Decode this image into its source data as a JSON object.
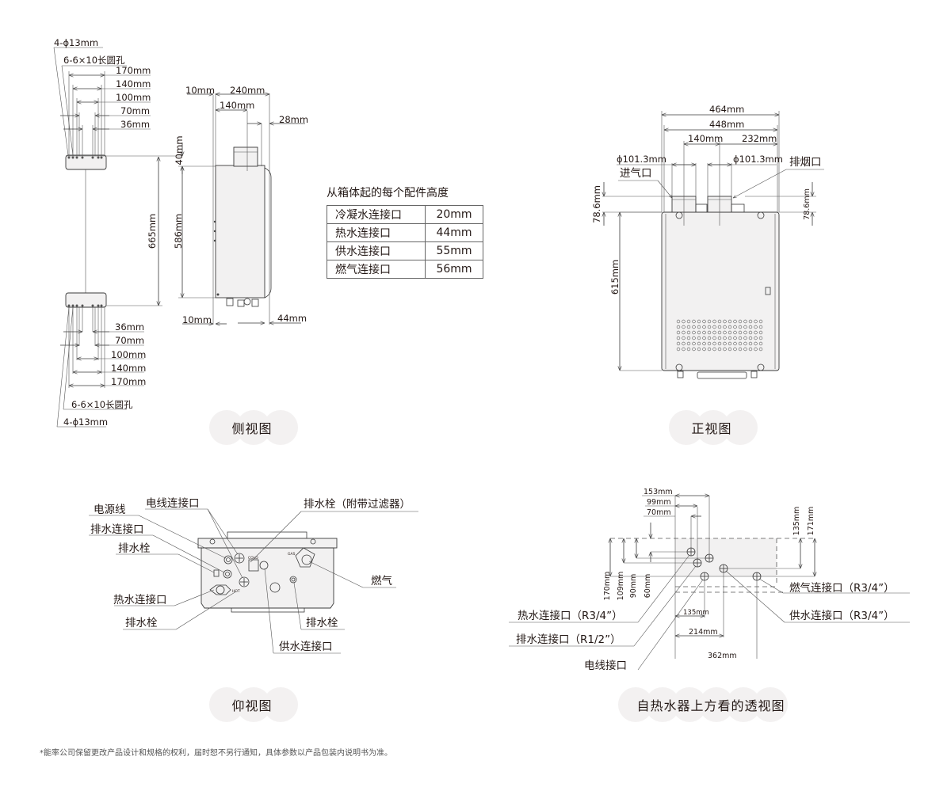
{
  "side_view": {
    "caption": "侧视图",
    "bracket_top": {
      "hole_label": "4-ϕ13mm",
      "slot_label": "6-6×10长圆孔",
      "widths": [
        "170mm",
        "140mm",
        "100mm",
        "70mm",
        "36mm"
      ]
    },
    "bracket_bottom": {
      "hole_label": "4-ϕ13mm",
      "slot_label": "6-6×10长圆孔",
      "widths": [
        "36mm",
        "70mm",
        "100mm",
        "140mm",
        "170mm"
      ]
    },
    "dims": {
      "top_offset": "10mm",
      "depth": "240mm",
      "flue_offset": "140mm",
      "flue_front": "28mm",
      "bracket_gap": "40mm",
      "bracket_span": "665mm",
      "body_height": "586mm",
      "bottom_offset": "10mm",
      "bottom_front": "44mm"
    }
  },
  "height_table": {
    "title": "从箱体起的每个配件高度",
    "rows": [
      {
        "part": "冷凝水连接口",
        "height": "20mm"
      },
      {
        "part": "热水连接口",
        "height": "44mm"
      },
      {
        "part": "供水连接口",
        "height": "55mm"
      },
      {
        "part": "燃气连接口",
        "height": "56mm"
      }
    ]
  },
  "front_view": {
    "caption": "正视图",
    "dims": {
      "overall_width": "464mm",
      "inner_width": "448mm",
      "pipe_spacing": "140mm",
      "flue_to_side": "232mm",
      "intake_dia": "ϕ101.3mm",
      "exhaust_dia": "ϕ101.3mm",
      "pipe_height_left": "78.6mm",
      "pipe_height_right": "78.6mm",
      "body_height": "615mm"
    },
    "labels": {
      "intake": "进气口",
      "exhaust": "排烟口"
    }
  },
  "bottom_view": {
    "caption": "仰视图",
    "labels": {
      "power_cord": "电源线",
      "wire_port": "电线连接口",
      "drain_port": "排水连接口",
      "drain_plug_1": "排水栓",
      "hot_water": "热水连接口",
      "drain_plug_2": "排水栓",
      "drain_plug_filter": "排水栓（附带过滤器）",
      "gas": "燃气",
      "drain_plug_3": "排水栓",
      "supply_water": "供水连接口"
    },
    "markings": {
      "cold": "COLD",
      "gas": "GAS",
      "hot": "HOT"
    }
  },
  "top_perspective": {
    "caption": "自热水器上方看的透视图",
    "dims": {
      "h1": "153mm",
      "h2": "99mm",
      "h3": "70mm",
      "v1": "170mm",
      "v2": "109mm",
      "v3": "90mm",
      "v4": "60mm",
      "r1": "135mm",
      "r2": "171mm",
      "b1": "135mm",
      "b2": "214mm",
      "b3": "362mm"
    },
    "labels": {
      "hot_water": "热水连接口（R3/4”）",
      "drain": "排水连接口（R1/2”）",
      "wire": "电线接口",
      "gas": "燃气连接口（R3/4”）",
      "supply": "供水连接口（R3/4”）"
    }
  },
  "footnote": "*能率公司保留更改产品设计和规格的权利，届时恕不另行通知，具体参数以产品包装内说明书为准。"
}
